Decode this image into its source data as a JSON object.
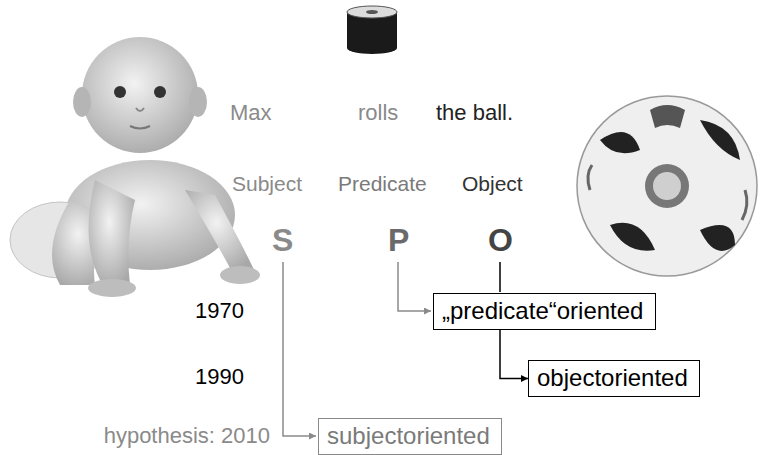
{
  "diagram": {
    "nodes": [
      {
        "text": [
          "„predicate“oriented"
        ]
      },
      {
        "text": [
          "objectoriented"
        ]
      },
      {
        "text": [
          "subjectoriented"
        ]
      }
    ],
    "edges": [
      {
        "from": 0,
        "to": 1,
        "arrow": "to"
      }
    ],
    "labels": [
      "Max",
      "rolls",
      "the ball.",
      "Subject",
      "Predicate",
      "Object",
      "S",
      "P",
      "O",
      "1970",
      "1990",
      "hypothesis: 2010"
    ]
  }
}
